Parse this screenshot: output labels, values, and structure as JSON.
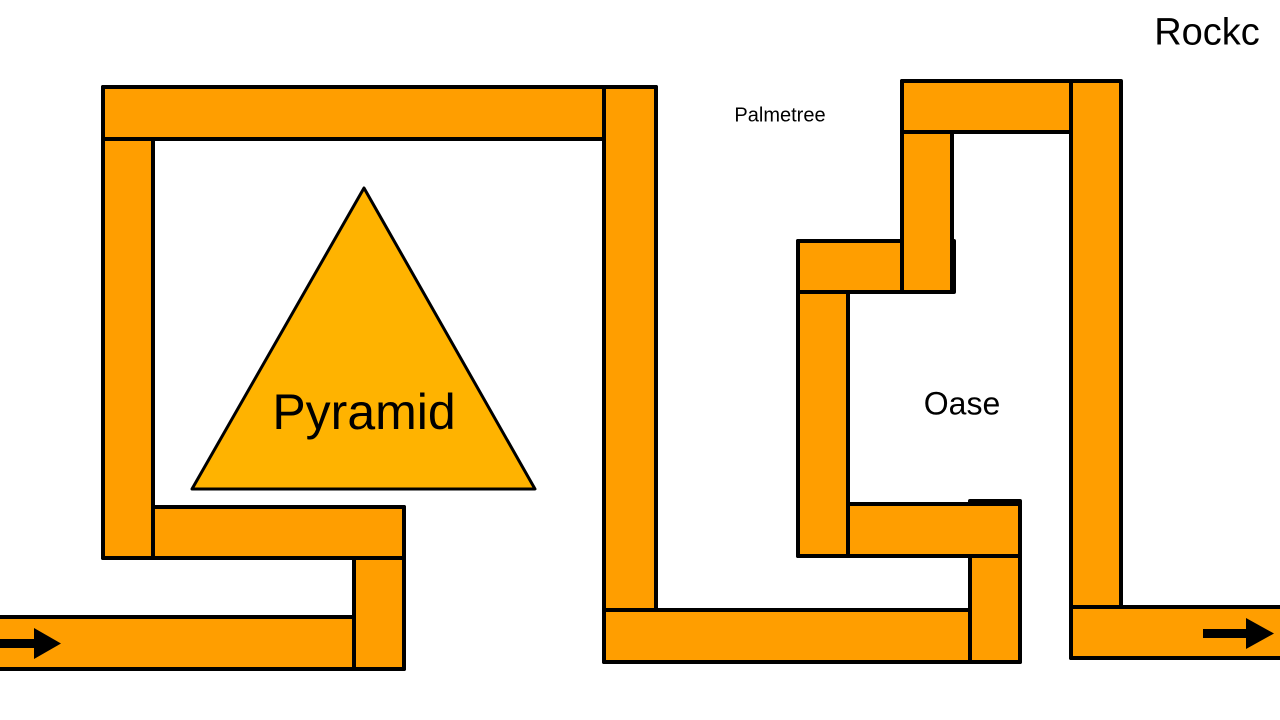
{
  "labels": {
    "pyramid": "Pyramid",
    "oase": "Oase",
    "palmetree": "Palmetree",
    "rock": "Rockc"
  },
  "colors": {
    "path": "#FF9E00",
    "pyramid": "#FFB300",
    "outline": "#000000",
    "background": "#FFFFFF"
  },
  "icons": {
    "entry": "arrow-right-icon",
    "exit": "arrow-right-icon"
  }
}
